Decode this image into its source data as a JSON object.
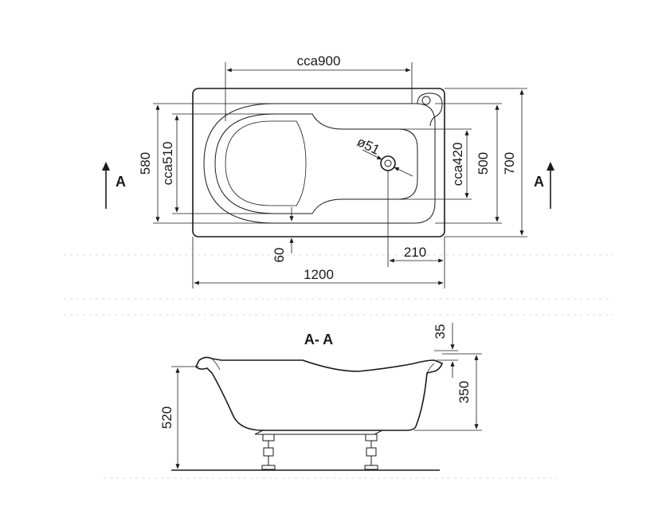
{
  "top_view": {
    "dims": {
      "inner_length": "cca900",
      "outer_length": "1200",
      "inner_width_580": "580",
      "inner_width_510": "cca510",
      "drain_diameter": "ø51",
      "inner_420": "cca420",
      "width_500": "500",
      "outer_width": "700",
      "drain_offset": "210",
      "rim_offset": "60"
    },
    "section_marker_left": "A",
    "section_marker_right": "A"
  },
  "section_view": {
    "title": "A- A",
    "dims": {
      "rim_thickness": "35",
      "depth": "350",
      "total_height": "520"
    }
  }
}
